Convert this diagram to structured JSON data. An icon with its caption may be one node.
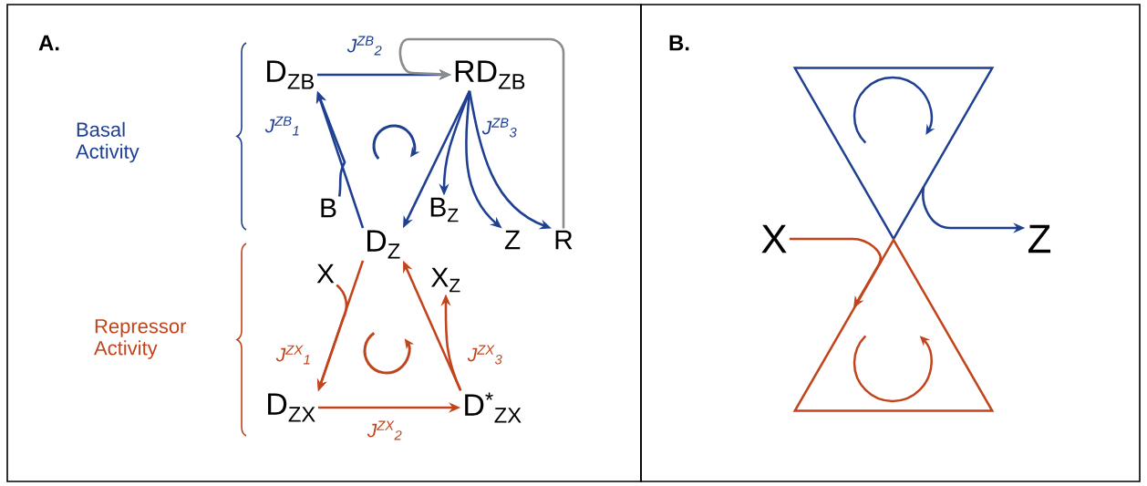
{
  "diagram": {
    "nodes": [
      {
        "text": [
          "D$_{ZB}$"
        ]
      },
      {
        "text": [
          "RD$_{ZB}$"
        ]
      },
      {
        "text": [
          "B"
        ]
      },
      {
        "text": [
          "D$_{Z}$"
        ]
      },
      {
        "text": [
          "B$_{Z}$"
        ]
      },
      {
        "text": [
          "Z"
        ]
      },
      {
        "text": [
          "R"
        ]
      },
      {
        "text": [
          "X"
        ]
      },
      {
        "text": [
          "X$_{Z}$"
        ]
      },
      {
        "text": [
          "D$_{ZX}$"
        ]
      },
      {
        "text": [
          "D$^{*}$$_{ZX}$"
        ]
      },
      {
        "text": [
          "X"
        ]
      },
      {
        "text": [
          "Z"
        ]
      },
      {
        "text": [],
        "shape": "triangle"
      },
      {
        "text": [],
        "shape": "triangle"
      }
    ],
    "edges": [
      {
        "from": 0,
        "to": 1,
        "arrow": "to",
        "label": "J$^{ZB}$$_{2}$",
        "color": "#1f3f91"
      },
      {
        "from": 6,
        "to": 1,
        "arrow": "to",
        "color": "#8c8c8c"
      },
      {
        "from": 3,
        "to": 0,
        "arrow": "to",
        "label": "J$^{ZB}$$_{1}$",
        "color": "#1f3f91"
      },
      {
        "from": 2,
        "to": 0,
        "arrow": "to",
        "color": "#1f3f91"
      },
      {
        "from": 1,
        "to": 3,
        "arrow": "to",
        "label": "J$^{ZB}$$_{3}$",
        "color": "#1f3f91"
      },
      {
        "from": 1,
        "to": 4,
        "arrow": "to",
        "color": "#1f3f91"
      },
      {
        "from": 1,
        "to": 5,
        "arrow": "to",
        "color": "#1f3f91"
      },
      {
        "from": 1,
        "to": 6,
        "arrow": "to",
        "color": "#1f3f91"
      },
      {
        "from": 3,
        "to": 9,
        "arrow": "to",
        "label": "J$^{ZX}$$_{1}$",
        "color": "#c1441c"
      },
      {
        "from": 7,
        "to": 9,
        "arrow": "to",
        "color": "#c1441c"
      },
      {
        "from": 9,
        "to": 10,
        "arrow": "to",
        "label": "J$^{ZX}$$_{2}$",
        "color": "#c1441c"
      },
      {
        "from": 10,
        "to": 3,
        "arrow": "to",
        "label": "J$^{ZX}$$_{3}$",
        "color": "#c1441c"
      },
      {
        "from": 10,
        "to": 8,
        "arrow": "to",
        "color": "#c1441c"
      },
      {
        "from": 11,
        "to": 14,
        "arrow": "to",
        "color": "#c1441c"
      },
      {
        "from": 13,
        "to": 12,
        "arrow": "to",
        "color": "#1f3f91"
      }
    ],
    "labels": [
      "A.",
      "Basal Activity",
      "Repressor Activity",
      "B."
    ]
  }
}
